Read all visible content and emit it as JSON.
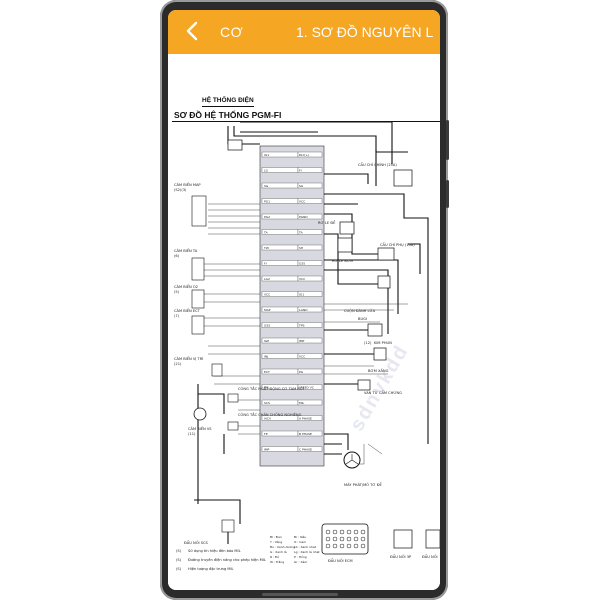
{
  "app_bar": {
    "back_icon": "chevron-left-icon",
    "breadcrumb": "CƠ",
    "title": "1. SƠ ĐỒ NGUYÊN L",
    "background": "#f5a623"
  },
  "document": {
    "section_heading": "HỆ THỐNG ĐIỆN",
    "diagram_title": "SƠ ĐỒ HỆ THỐNG PGM-FI",
    "watermark": "sdnvkdd"
  },
  "diagram": {
    "ecm_pins": [
      "IG1",
      "LG",
      "SG",
      "PG1",
      "PG2",
      "TA",
      "TW",
      "FI",
      "LG2",
      "VCC",
      "MAP",
      "O2S",
      "IGP",
      "INJ",
      "ECT",
      "MIL",
      "SCS",
      "IACV",
      "FP",
      "IMP",
      "CKP",
      "SPD",
      "A PHASE",
      "B PHASE",
      "C PHASE"
    ],
    "ecm_side_labels": [
      "DLY(+)",
      "FI",
      "SG",
      "VCC",
      "PGND",
      "TA",
      "SH",
      "O2S",
      "VCC",
      "IG1",
      "LGND",
      "TPS",
      "IMP",
      "VCC",
      "PG",
      "SPEED VC",
      "MIL",
      "A PHASE",
      "B PHASE",
      "C PHASE"
    ],
    "left_components": [
      {
        "label": "CẢM BIẾN MAP",
        "code": "(S2)(3)"
      },
      {
        "label": "CẢM BIẾN TA",
        "code": "(6)"
      },
      {
        "label": "CẢM BIẾN O2",
        "code": "(5)"
      },
      {
        "label": "CẢM BIẾN ECT",
        "code": "(7)"
      },
      {
        "label": "CẢM BIẾN VỊ TRÍ",
        "code": "(21)"
      },
      {
        "label": "CẢM BIẾN VS",
        "code": "(11)"
      },
      {
        "label": "CÔNG TẮC NGẮT ĐỘNG CƠ TAM RƠI",
        "code": ""
      },
      {
        "label": "CÔNG TẮC CHÂN CHỐNG NGHIÊNG",
        "code": ""
      },
      {
        "label": "ĐẦU NỐI SCS",
        "code": ""
      }
    ],
    "right_components": [
      {
        "label": "CẦU CHÌ CHÍNH (25A)",
        "code": ""
      },
      {
        "label": "RƠ LE ĐỀ",
        "code": ""
      },
      {
        "label": "RƠ LE BƠM",
        "code": ""
      },
      {
        "label": "CẦU CHÌ PHỤ (10A)",
        "code": ""
      },
      {
        "label": "CUỘN ĐÁNH LỬA",
        "code": ""
      },
      {
        "label": "BUGI",
        "code": ""
      },
      {
        "label": "KIM PHUN",
        "code": "(12)"
      },
      {
        "label": "BƠM XĂNG",
        "code": ""
      },
      {
        "label": "VAN TỪ CẦM CHỪNG",
        "code": ""
      },
      {
        "label": "MÁY PHÁT/MÔ TƠ ĐỀ",
        "code": ""
      }
    ],
    "legend": [
      {
        "code": "(S)",
        "text": "Sử dụng tín hiệu đèn báo MIL"
      },
      {
        "code": "(S)",
        "text": "Đường truyền điện năng cho phép hiện MIL"
      },
      {
        "code": "(S)",
        "text": "Hiện tượng đặc trưng MIL"
      }
    ],
    "color_codes": [
      {
        "code": "Bl",
        "name": "Đen"
      },
      {
        "code": "Y",
        "name": "Vàng"
      },
      {
        "code": "Bu",
        "name": "Xanh dương"
      },
      {
        "code": "G",
        "name": "Xanh lá"
      },
      {
        "code": "R",
        "name": "Đỏ"
      },
      {
        "code": "W",
        "name": "Trắng"
      },
      {
        "code": "Br",
        "name": "Nâu"
      },
      {
        "code": "O",
        "name": "Cam"
      },
      {
        "code": "Lb",
        "name": "Xanh nhạt"
      },
      {
        "code": "Lg",
        "name": "Xanh lá nhạt"
      },
      {
        "code": "P",
        "name": "Hồng"
      },
      {
        "code": "Gr",
        "name": "Xám"
      }
    ],
    "connector_labels": [
      "ĐẦU NỐI ECM",
      "ĐẦU NỐI 3P",
      "ĐẦU NỐI"
    ]
  }
}
